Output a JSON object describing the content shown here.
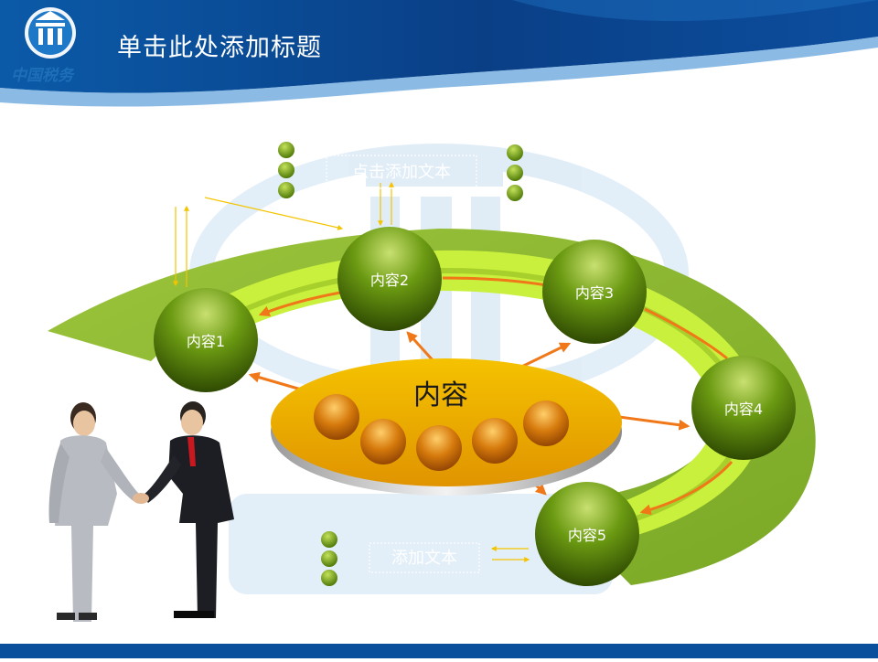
{
  "header": {
    "title": "单击此处添加标题",
    "logo_text": "中国税务"
  },
  "diagram": {
    "center_label": "内容",
    "nodes": [
      {
        "label": "内容1"
      },
      {
        "label": "内容2"
      },
      {
        "label": "内容3"
      },
      {
        "label": "内容4"
      },
      {
        "label": "内容5"
      }
    ],
    "top_textbox": "点击添加文本",
    "bottom_textbox": "添加文本"
  },
  "colors": {
    "header_blue": "#0a4f9c",
    "arc_green": "#8fb83a",
    "band_lime": "#c8f03c",
    "node_green": "#5a8a0a",
    "center_gold": "#f0b800",
    "ball_orange": "#d97a0a",
    "arrow_orange": "#f07818",
    "line_yellow": "#f5c400"
  }
}
